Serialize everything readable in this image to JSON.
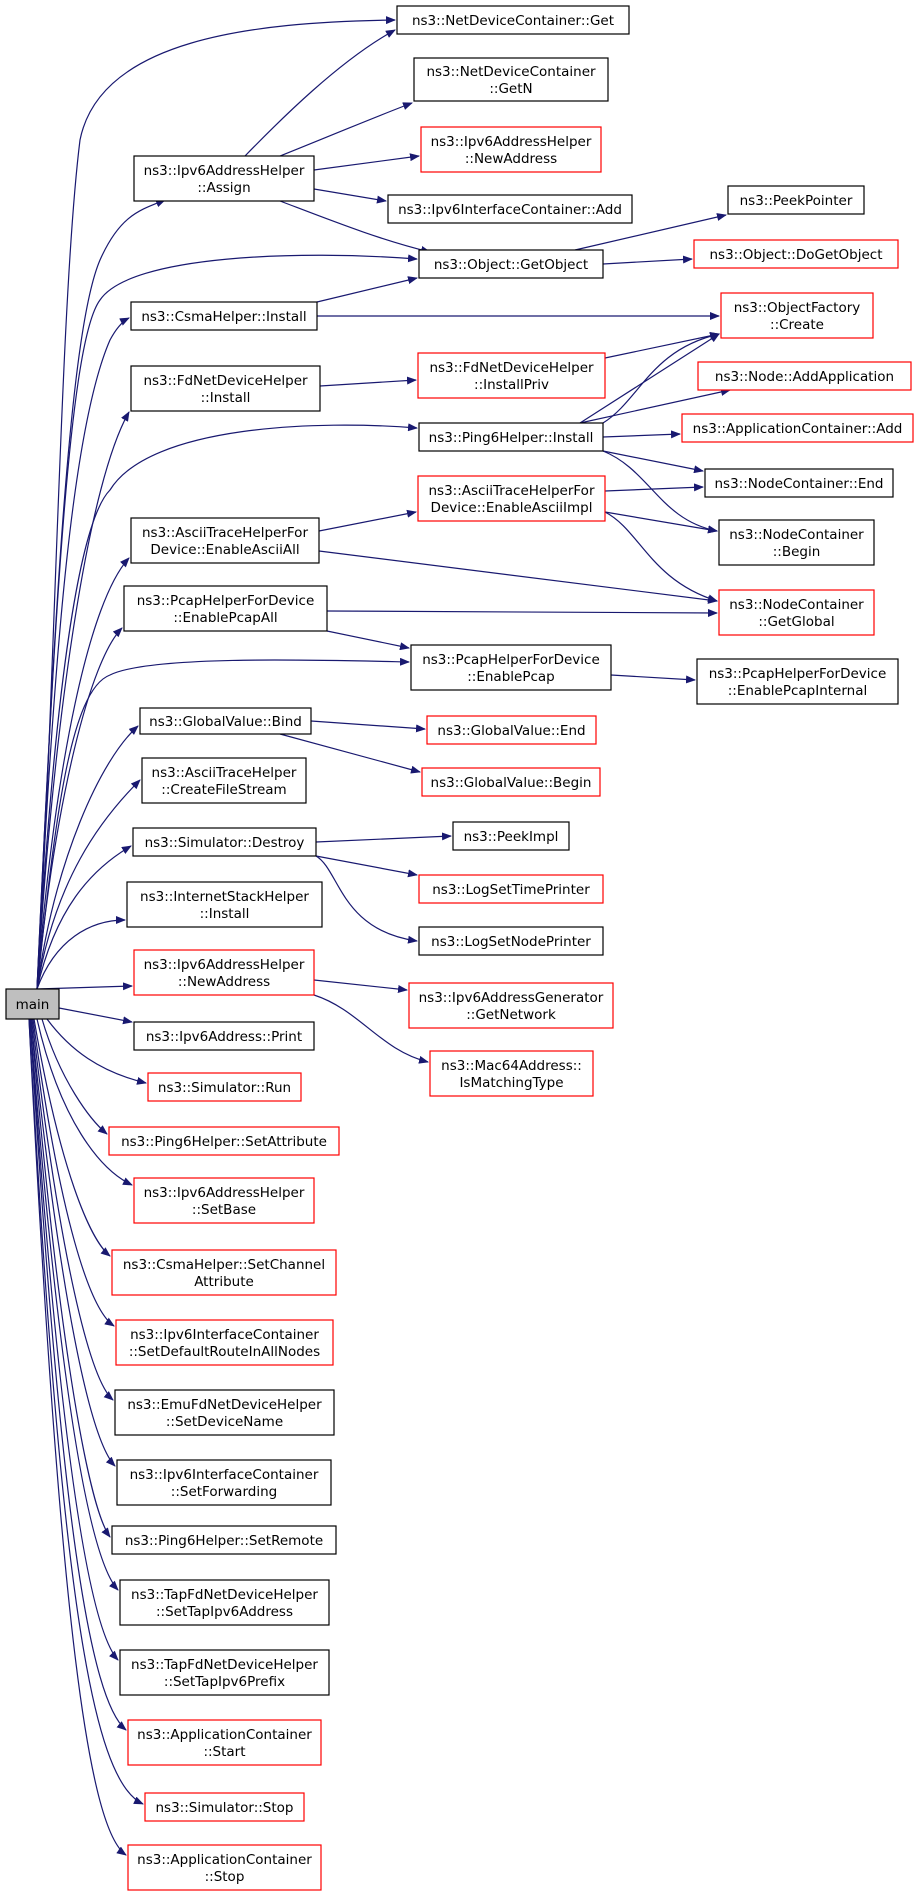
{
  "colors": {
    "edge": "#191970",
    "border_documented": "#000000",
    "border_undocumented": "#ff0000",
    "root_fill": "#bfbfbf",
    "node_fill": "#ffffff"
  },
  "nodes": [
    {
      "id": "main",
      "lines": [
        "main"
      ],
      "kind": "root"
    },
    {
      "id": "ndc_get",
      "lines": [
        "ns3::NetDeviceContainer::Get"
      ],
      "kind": "black"
    },
    {
      "id": "ndc_getn",
      "lines": [
        "ns3::NetDeviceContainer",
        "::GetN"
      ],
      "kind": "black"
    },
    {
      "id": "ipv6ah_newaddr_top",
      "lines": [
        "ns3::Ipv6AddressHelper",
        "::NewAddress"
      ],
      "kind": "red"
    },
    {
      "id": "ipv6ah_assign",
      "lines": [
        "ns3::Ipv6AddressHelper",
        "::Assign"
      ],
      "kind": "black"
    },
    {
      "id": "ipv6ic_add",
      "lines": [
        "ns3::Ipv6InterfaceContainer::Add"
      ],
      "kind": "black"
    },
    {
      "id": "peekpointer",
      "lines": [
        "ns3::PeekPointer"
      ],
      "kind": "black"
    },
    {
      "id": "obj_getobject",
      "lines": [
        "ns3::Object::GetObject"
      ],
      "kind": "black"
    },
    {
      "id": "obj_dogetobject",
      "lines": [
        "ns3::Object::DoGetObject"
      ],
      "kind": "red"
    },
    {
      "id": "csma_install",
      "lines": [
        "ns3::CsmaHelper::Install"
      ],
      "kind": "black"
    },
    {
      "id": "objfactory_create",
      "lines": [
        "ns3::ObjectFactory",
        "::Create"
      ],
      "kind": "red"
    },
    {
      "id": "fdnd_install",
      "lines": [
        "ns3::FdNetDeviceHelper",
        "::Install"
      ],
      "kind": "black"
    },
    {
      "id": "fdnd_installpriv",
      "lines": [
        "ns3::FdNetDeviceHelper",
        "::InstallPriv"
      ],
      "kind": "red"
    },
    {
      "id": "node_addapp",
      "lines": [
        "ns3::Node::AddApplication"
      ],
      "kind": "red"
    },
    {
      "id": "ping6_install",
      "lines": [
        "ns3::Ping6Helper::Install"
      ],
      "kind": "black"
    },
    {
      "id": "appc_add",
      "lines": [
        "ns3::ApplicationContainer::Add"
      ],
      "kind": "red"
    },
    {
      "id": "nc_end",
      "lines": [
        "ns3::NodeContainer::End"
      ],
      "kind": "black"
    },
    {
      "id": "ascii_enableascii",
      "lines": [
        "ns3::AsciiTraceHelperFor",
        "Device::EnableAsciiImpl"
      ],
      "kind": "red"
    },
    {
      "id": "ascii_enableall",
      "lines": [
        "ns3::AsciiTraceHelperFor",
        "Device::EnableAsciiAll"
      ],
      "kind": "black"
    },
    {
      "id": "nc_begin",
      "lines": [
        "ns3::NodeContainer",
        "::Begin"
      ],
      "kind": "black"
    },
    {
      "id": "pcap_enableall",
      "lines": [
        "ns3::PcapHelperForDevice",
        "::EnablePcapAll"
      ],
      "kind": "black"
    },
    {
      "id": "nc_getglobal",
      "lines": [
        "ns3::NodeContainer",
        "::GetGlobal"
      ],
      "kind": "red"
    },
    {
      "id": "pcap_enablepcap",
      "lines": [
        "ns3::PcapHelperForDevice",
        "::EnablePcap"
      ],
      "kind": "black"
    },
    {
      "id": "pcap_internal",
      "lines": [
        "ns3::PcapHelperForDevice",
        "::EnablePcapInternal"
      ],
      "kind": "black"
    },
    {
      "id": "gv_bind",
      "lines": [
        "ns3::GlobalValue::Bind"
      ],
      "kind": "black"
    },
    {
      "id": "gv_end",
      "lines": [
        "ns3::GlobalValue::End"
      ],
      "kind": "red"
    },
    {
      "id": "ascii_createfs",
      "lines": [
        "ns3::AsciiTraceHelper",
        "::CreateFileStream"
      ],
      "kind": "black"
    },
    {
      "id": "gv_begin",
      "lines": [
        "ns3::GlobalValue::Begin"
      ],
      "kind": "red"
    },
    {
      "id": "sim_destroy",
      "lines": [
        "ns3::Simulator::Destroy"
      ],
      "kind": "black"
    },
    {
      "id": "peekimpl",
      "lines": [
        "ns3::PeekImpl"
      ],
      "kind": "black"
    },
    {
      "id": "logsettime",
      "lines": [
        "ns3::LogSetTimePrinter"
      ],
      "kind": "red"
    },
    {
      "id": "inet_install",
      "lines": [
        "ns3::InternetStackHelper",
        "::Install"
      ],
      "kind": "black"
    },
    {
      "id": "lognode",
      "lines": [
        "ns3::LogSetNodePrinter"
      ],
      "kind": "black"
    },
    {
      "id": "ipv6ah_newaddr",
      "lines": [
        "ns3::Ipv6AddressHelper",
        "::NewAddress"
      ],
      "kind": "red"
    },
    {
      "id": "ipv6ag_getnet",
      "lines": [
        "ns3::Ipv6AddressGenerator",
        "::GetNetwork"
      ],
      "kind": "red"
    },
    {
      "id": "ipv6addr_print",
      "lines": [
        "ns3::Ipv6Address::Print"
      ],
      "kind": "black"
    },
    {
      "id": "mac64",
      "lines": [
        "ns3::Mac64Address::",
        "IsMatchingType"
      ],
      "kind": "red"
    },
    {
      "id": "sim_run",
      "lines": [
        "ns3::Simulator::Run"
      ],
      "kind": "red"
    },
    {
      "id": "ping6_setattr",
      "lines": [
        "ns3::Ping6Helper::SetAttribute"
      ],
      "kind": "red"
    },
    {
      "id": "ipv6ah_setbase",
      "lines": [
        "ns3::Ipv6AddressHelper",
        "::SetBase"
      ],
      "kind": "red"
    },
    {
      "id": "csma_setchan",
      "lines": [
        "ns3::CsmaHelper::SetChannel",
        "Attribute"
      ],
      "kind": "red"
    },
    {
      "id": "ipv6ic_setdef",
      "lines": [
        "ns3::Ipv6InterfaceContainer",
        "::SetDefaultRouteInAllNodes"
      ],
      "kind": "red"
    },
    {
      "id": "emufd_setdev",
      "lines": [
        "ns3::EmuFdNetDeviceHelper",
        "::SetDeviceName"
      ],
      "kind": "black"
    },
    {
      "id": "ipv6ic_setfwd",
      "lines": [
        "ns3::Ipv6InterfaceContainer",
        "::SetForwarding"
      ],
      "kind": "black"
    },
    {
      "id": "ping6_setremote",
      "lines": [
        "ns3::Ping6Helper::SetRemote"
      ],
      "kind": "black"
    },
    {
      "id": "tapfd_setaddr",
      "lines": [
        "ns3::TapFdNetDeviceHelper",
        "::SetTapIpv6Address"
      ],
      "kind": "black"
    },
    {
      "id": "tapfd_setprefix",
      "lines": [
        "ns3::TapFdNetDeviceHelper",
        "::SetTapIpv6Prefix"
      ],
      "kind": "black"
    },
    {
      "id": "appc_start",
      "lines": [
        "ns3::ApplicationContainer",
        "::Start"
      ],
      "kind": "red"
    },
    {
      "id": "sim_stop",
      "lines": [
        "ns3::Simulator::Stop"
      ],
      "kind": "red"
    },
    {
      "id": "appc_stop",
      "lines": [
        "ns3::ApplicationContainer",
        "::Stop"
      ],
      "kind": "red"
    }
  ]
}
